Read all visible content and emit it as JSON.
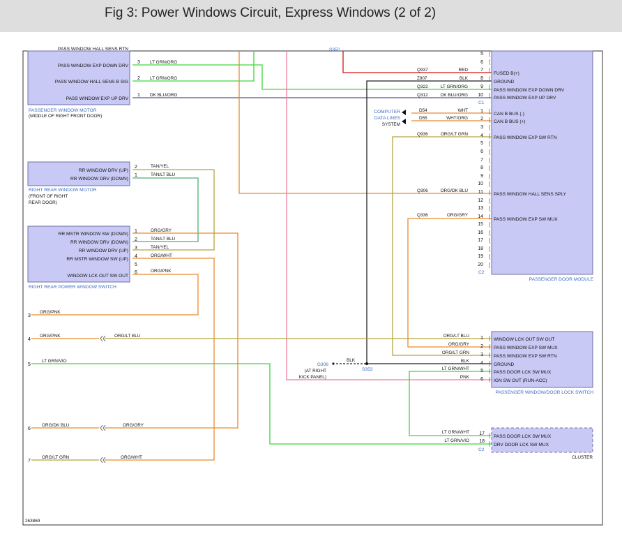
{
  "title": "Fig 3: Power Windows Circuit, Express Windows (2 of 2)",
  "figure_number": "263869",
  "colors": {
    "component_fill": "#c9c9f5",
    "component_stroke": "#7070a8",
    "wire_green": "#3cd63c",
    "wire_orange": "#e98a2e",
    "wire_tan": "#b8a43a",
    "wire_blue": "#5555a0",
    "wire_red": "#d81414",
    "wire_pink": "#f07a98",
    "wire_black": "#222222",
    "label_blue": "#3c6cc0"
  },
  "passenger_window_motor": {
    "rows": [
      "PASS WINDOW HALL SENS RTN",
      "PASS WINDOW EXP DOWN DRV",
      "PASS WINDOW HALL SENS B SIG",
      "PASS WINDOW EXP UP DRV"
    ],
    "pins": [
      "3",
      "2",
      "1"
    ],
    "wires": [
      "LT GRN/ORG",
      "LT GRN/ORG",
      "DK BLU/ORG"
    ],
    "caption1": "PASSENGER WINDOW MOTOR",
    "caption2": "(MIDDLE OF RIGHT FRONT DOOR)"
  },
  "rr_window_motor": {
    "rows": [
      "RR WINDOW DRV (UP)",
      "RR WINDOW DRV (DOWN)"
    ],
    "pins": [
      "2",
      "1"
    ],
    "wires": [
      "TAN/YEL",
      "TAN/LT BLU"
    ],
    "caption1": "RIGHT REAR WINDOW MOTOR",
    "caption2": "(FRONT OF RIGHT",
    "caption3": "REAR DOOR)"
  },
  "rr_power_window_switch": {
    "rows": [
      "RR MSTR WINDOW SW (DOWN)",
      "RR WINDOW DRV (DOWN)",
      "RR WINDOW DRV (UP)",
      "RR MSTR WINDOW SW (UP)",
      "",
      "WINDOW LCK OUT SW OUT"
    ],
    "pins": [
      "1",
      "2",
      "3",
      "4",
      "5",
      "6"
    ],
    "wires": [
      "ORG/GRY",
      "TAN/LT BLU",
      "TAN/YEL",
      "ORG/WHT",
      "",
      "ORG/PNK"
    ],
    "caption": "RIGHT REAR POWER WINDOW SWITCH"
  },
  "left_refs": {
    "nums": [
      "3",
      "4",
      "5",
      "6",
      "7"
    ],
    "wires": [
      "ORG/PNK",
      "ORG/PNK",
      "LT GRN/VIO",
      "ORG/DK BLU",
      "ORG/LT GRN"
    ],
    "wires2": [
      "ORG/LT BLU",
      "ORG/GRY",
      "ORG/WHT"
    ]
  },
  "splice_top": "S352",
  "passenger_door_module": {
    "pins": [
      "5",
      "6",
      "7",
      "8",
      "9",
      "10",
      "1",
      "2",
      "3",
      "4",
      "5",
      "6",
      "7",
      "8",
      "9",
      "10",
      "11",
      "12",
      "13",
      "14",
      "15",
      "16",
      "17",
      "18",
      "19",
      "20"
    ],
    "rows": [
      "FUSED B(+)",
      "PASS WINDOW EXP DOWN DRV",
      "PASS WINDOW EXP UP DRV",
      "GROUND",
      "CAN B BUS (-)",
      "CAN B BUS (+)",
      "PASS WINDOW EXP SW RTN",
      "PASS WINDOW HALL SENS SPLY",
      "PASS WINDOW EXP SW MUX"
    ],
    "circuits": [
      "Q937",
      "Z907",
      "Q322",
      "Q312",
      "D54",
      "D55",
      "Q936",
      "Q306",
      "Q336"
    ],
    "wires": [
      "RED",
      "BLK",
      "LT GRN/ORG",
      "DK BLU/ORG",
      "WHT",
      "WHT/ORG",
      "ORG/LT GRN",
      "ORG/DK BLU",
      "ORG/GRY"
    ],
    "connector1": "C1",
    "connector2": "C2",
    "caption": "PASSENGER DOOR MODULE"
  },
  "computer_data_lines": {
    "line1": "COMPUTER",
    "line2": "DATA LINES",
    "line3": "SYSTEM"
  },
  "door_lock_switch": {
    "rows": [
      "WINDOW LCK OUT SW OUT",
      "PASS WINDOW EXP SW MUX",
      "PASS WINDOW EXP SW RTN",
      "GROUND",
      "PASS DOOR LCK SW MUX",
      "IGN SW OUT (RUN-ACC)"
    ],
    "pins": [
      "1",
      "2",
      "3",
      "4",
      "5",
      "6"
    ],
    "wires": [
      "ORG/LT BLU",
      "ORG/GRY",
      "ORG/LT GRN",
      "BLK",
      "LT GRN/WHT",
      "PNK"
    ],
    "caption": "PASSENGER WINDOW/DOOR LOCK SWITCH"
  },
  "ground": {
    "label": "G306",
    "wire": "BLK",
    "splice": "S353",
    "note1": "(AT RIGHT",
    "note2": "KICK PANEL)"
  },
  "cluster": {
    "rows": [
      "PASS DOOR LCK SW MUX",
      "DRV DOOR LCK SW MUX"
    ],
    "pins": [
      "17",
      "18"
    ],
    "wires": [
      "LT GRN/WHT",
      "LT GRN/VIO"
    ],
    "connector": "C2",
    "caption": "CLUSTER"
  }
}
